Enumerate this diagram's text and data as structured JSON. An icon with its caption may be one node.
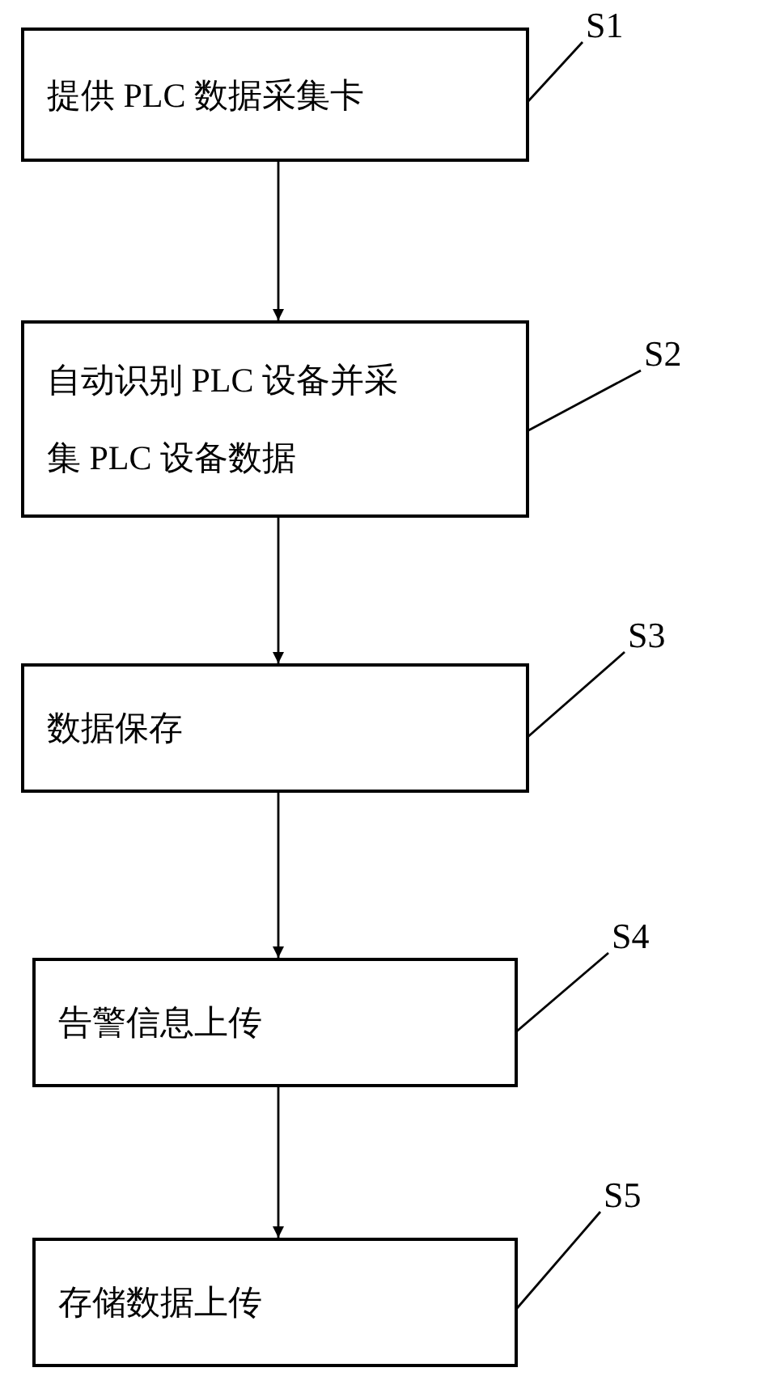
{
  "diagram": {
    "nodes": [
      {
        "text": [
          "S1"
        ]
      },
      {
        "text": [
          "提供 PLC 数据采集卡"
        ]
      },
      {
        "text": [
          "S2"
        ]
      },
      {
        "text": [
          "自动识别 PLC 设备并采集 PLC 设备数据"
        ]
      },
      {
        "text": [
          "S3"
        ]
      },
      {
        "text": [
          "数据保存"
        ]
      },
      {
        "text": [
          "S4"
        ]
      },
      {
        "text": [
          "告警信息上传"
        ]
      },
      {
        "text": [
          "S5"
        ]
      },
      {
        "text": [
          "存储数据上传"
        ]
      }
    ],
    "edges": [
      {
        "from": 1,
        "to": 3,
        "arrow": "to"
      },
      {
        "from": 3,
        "to": 5,
        "arrow": "to"
      },
      {
        "from": 5,
        "to": 7,
        "arrow": "to"
      },
      {
        "from": 7,
        "to": 9,
        "arrow": "to"
      },
      {
        "from": 0,
        "to": 1,
        "arrow": "none"
      },
      {
        "from": 2,
        "to": 3,
        "arrow": "none"
      },
      {
        "from": 4,
        "to": 5,
        "arrow": "none"
      },
      {
        "from": 6,
        "to": 7,
        "arrow": "none"
      },
      {
        "from": 8,
        "to": 9,
        "arrow": "none"
      }
    ]
  }
}
